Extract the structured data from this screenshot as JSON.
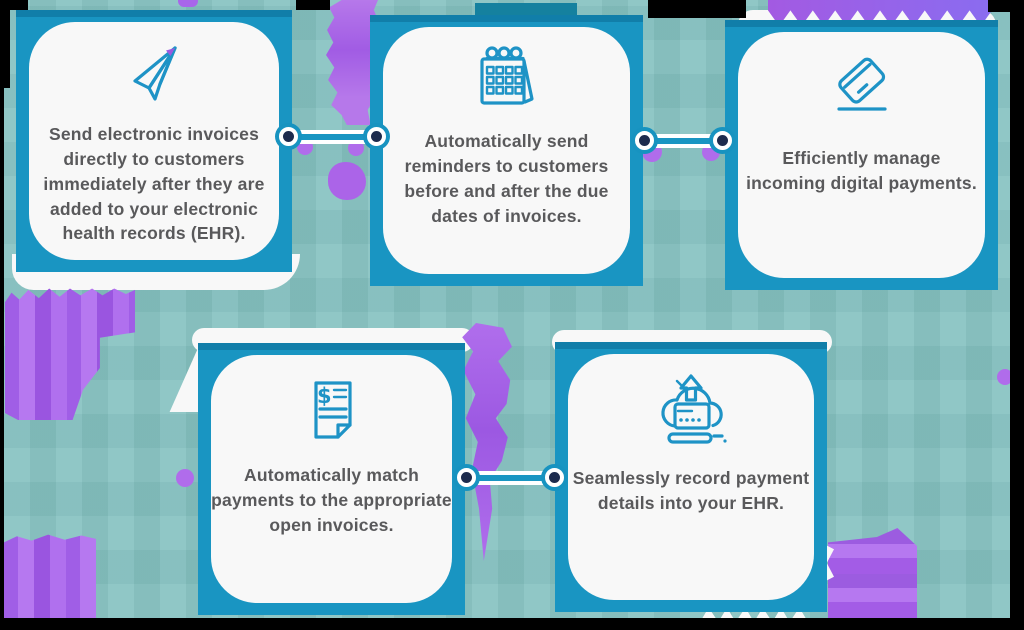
{
  "diagram": {
    "steps": [
      {
        "icon": "paper-plane-icon",
        "text": "Send electronic invoices directly to customers immediately after they are added to your electronic health records (EHR)."
      },
      {
        "icon": "calendar-icon",
        "text": "Automatically send reminders to customers before and after the due dates of invoices."
      },
      {
        "icon": "credit-card-icon",
        "text": "Efficiently manage incoming digital payments."
      },
      {
        "icon": "invoice-document-icon",
        "text": "Automatically match payments to the appropriate open invoices."
      },
      {
        "icon": "cloud-upload-icon",
        "text": "Seamlessly record payment details into your EHR."
      }
    ],
    "colors": {
      "background_teal": "#85c2c1",
      "card_border_teal": "#1995c2",
      "card_fill_white": "#f8f8f8",
      "accent_purple": "#a866ea",
      "icon_blue": "#1e93c6",
      "text_gray": "#59595b",
      "connector_node_navy": "#1d2b4d",
      "frame_black": "#000000"
    }
  }
}
